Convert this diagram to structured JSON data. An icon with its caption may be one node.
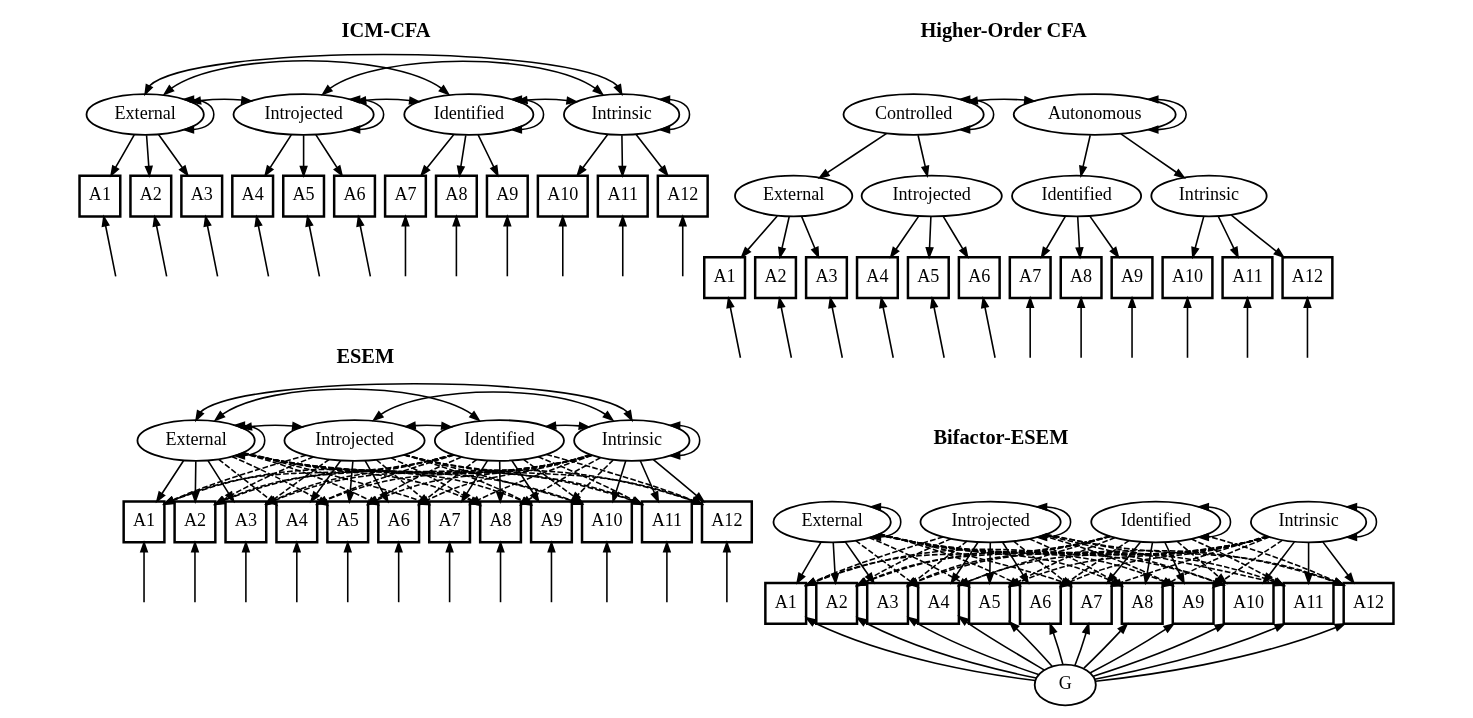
{
  "diagram": {
    "nodes": [
      {
        "text": [
          "External"
        ]
      },
      {
        "text": [
          "Introjected"
        ]
      },
      {
        "text": [
          "Identified"
        ]
      },
      {
        "text": [
          "Intrinsic"
        ]
      },
      {
        "text": [
          "A1"
        ]
      },
      {
        "text": [
          "A2"
        ]
      },
      {
        "text": [
          "A3"
        ]
      },
      {
        "text": [
          "A4"
        ]
      },
      {
        "text": [
          "A5"
        ]
      },
      {
        "text": [
          "A6"
        ]
      },
      {
        "text": [
          "A7"
        ]
      },
      {
        "text": [
          "A8"
        ]
      },
      {
        "text": [
          "A9"
        ]
      },
      {
        "text": [
          "A10"
        ]
      },
      {
        "text": [
          "A11"
        ]
      },
      {
        "text": [
          "A12"
        ]
      },
      {
        "text": [
          "Controlled"
        ]
      },
      {
        "text": [
          "Autonomous"
        ]
      },
      {
        "text": [
          "External"
        ]
      },
      {
        "text": [
          "Introjected"
        ]
      },
      {
        "text": [
          "Identified"
        ]
      },
      {
        "text": [
          "Intrinsic"
        ]
      },
      {
        "text": [
          "A1"
        ]
      },
      {
        "text": [
          "A2"
        ]
      },
      {
        "text": [
          "A3"
        ]
      },
      {
        "text": [
          "A4"
        ]
      },
      {
        "text": [
          "A5"
        ]
      },
      {
        "text": [
          "A6"
        ]
      },
      {
        "text": [
          "A7"
        ]
      },
      {
        "text": [
          "A8"
        ]
      },
      {
        "text": [
          "A9"
        ]
      },
      {
        "text": [
          "A10"
        ]
      },
      {
        "text": [
          "A11"
        ]
      },
      {
        "text": [
          "A12"
        ]
      },
      {
        "text": [
          "External"
        ]
      },
      {
        "text": [
          "Introjected"
        ]
      },
      {
        "text": [
          "Identified"
        ]
      },
      {
        "text": [
          "Intrinsic"
        ]
      },
      {
        "text": [
          "A1"
        ]
      },
      {
        "text": [
          "A2"
        ]
      },
      {
        "text": [
          "A3"
        ]
      },
      {
        "text": [
          "A4"
        ]
      },
      {
        "text": [
          "A5"
        ]
      },
      {
        "text": [
          "A6"
        ]
      },
      {
        "text": [
          "A7"
        ]
      },
      {
        "text": [
          "A8"
        ]
      },
      {
        "text": [
          "A9"
        ]
      },
      {
        "text": [
          "A10"
        ]
      },
      {
        "text": [
          "A11"
        ]
      },
      {
        "text": [
          "A12"
        ]
      },
      {
        "text": [
          "External"
        ]
      },
      {
        "text": [
          "Introjected"
        ]
      },
      {
        "text": [
          "Identified"
        ]
      },
      {
        "text": [
          "Intrinsic"
        ]
      },
      {
        "text": [
          "A1"
        ]
      },
      {
        "text": [
          "A2"
        ]
      },
      {
        "text": [
          "A3"
        ]
      },
      {
        "text": [
          "A4"
        ]
      },
      {
        "text": [
          "A5"
        ]
      },
      {
        "text": [
          "A6"
        ]
      },
      {
        "text": [
          "A7"
        ]
      },
      {
        "text": [
          "A8"
        ]
      },
      {
        "text": [
          "A9"
        ]
      },
      {
        "text": [
          "A10"
        ]
      },
      {
        "text": [
          "A11"
        ]
      },
      {
        "text": [
          "A12"
        ]
      },
      {
        "text": [
          "G"
        ]
      }
    ],
    "edges": [
      {
        "from": 0,
        "to": 1,
        "arrow": "both"
      },
      {
        "from": 0,
        "to": 2,
        "arrow": "both"
      },
      {
        "from": 0,
        "to": 3,
        "arrow": "both"
      },
      {
        "from": 1,
        "to": 2,
        "arrow": "both"
      },
      {
        "from": 1,
        "to": 3,
        "arrow": "both"
      },
      {
        "from": 2,
        "to": 3,
        "arrow": "both"
      },
      {
        "from": 0,
        "to": 4,
        "arrow": "to"
      },
      {
        "from": 0,
        "to": 5,
        "arrow": "to"
      },
      {
        "from": 0,
        "to": 6,
        "arrow": "to"
      },
      {
        "from": 1,
        "to": 7,
        "arrow": "to"
      },
      {
        "from": 1,
        "to": 8,
        "arrow": "to"
      },
      {
        "from": 1,
        "to": 9,
        "arrow": "to"
      },
      {
        "from": 2,
        "to": 10,
        "arrow": "to"
      },
      {
        "from": 2,
        "to": 11,
        "arrow": "to"
      },
      {
        "from": 2,
        "to": 12,
        "arrow": "to"
      },
      {
        "from": 3,
        "to": 13,
        "arrow": "to"
      },
      {
        "from": 3,
        "to": 14,
        "arrow": "to"
      },
      {
        "from": 3,
        "to": 15,
        "arrow": "to"
      },
      {
        "from": null,
        "to": 4,
        "arrow": "to"
      },
      {
        "from": null,
        "to": 5,
        "arrow": "to"
      },
      {
        "from": null,
        "to": 6,
        "arrow": "to"
      },
      {
        "from": null,
        "to": 7,
        "arrow": "to"
      },
      {
        "from": null,
        "to": 8,
        "arrow": "to"
      },
      {
        "from": null,
        "to": 9,
        "arrow": "to"
      },
      {
        "from": null,
        "to": 10,
        "arrow": "to"
      },
      {
        "from": null,
        "to": 11,
        "arrow": "to"
      },
      {
        "from": null,
        "to": 12,
        "arrow": "to"
      },
      {
        "from": null,
        "to": 13,
        "arrow": "to"
      },
      {
        "from": null,
        "to": 14,
        "arrow": "to"
      },
      {
        "from": null,
        "to": 15,
        "arrow": "to"
      },
      {
        "from": 0,
        "to": 0,
        "arrow": "both"
      },
      {
        "from": 1,
        "to": 1,
        "arrow": "both"
      },
      {
        "from": 2,
        "to": 2,
        "arrow": "both"
      },
      {
        "from": 3,
        "to": 3,
        "arrow": "both"
      },
      {
        "from": 16,
        "to": 17,
        "arrow": "both"
      },
      {
        "from": 16,
        "to": 18,
        "arrow": "to"
      },
      {
        "from": 16,
        "to": 19,
        "arrow": "to"
      },
      {
        "from": 17,
        "to": 20,
        "arrow": "to"
      },
      {
        "from": 17,
        "to": 21,
        "arrow": "to"
      },
      {
        "from": 18,
        "to": 22,
        "arrow": "to"
      },
      {
        "from": 18,
        "to": 23,
        "arrow": "to"
      },
      {
        "from": 18,
        "to": 24,
        "arrow": "to"
      },
      {
        "from": 19,
        "to": 25,
        "arrow": "to"
      },
      {
        "from": 19,
        "to": 26,
        "arrow": "to"
      },
      {
        "from": 19,
        "to": 27,
        "arrow": "to"
      },
      {
        "from": 20,
        "to": 28,
        "arrow": "to"
      },
      {
        "from": 20,
        "to": 29,
        "arrow": "to"
      },
      {
        "from": 20,
        "to": 30,
        "arrow": "to"
      },
      {
        "from": 21,
        "to": 31,
        "arrow": "to"
      },
      {
        "from": 21,
        "to": 32,
        "arrow": "to"
      },
      {
        "from": 21,
        "to": 33,
        "arrow": "to"
      },
      {
        "from": null,
        "to": 22,
        "arrow": "to"
      },
      {
        "from": null,
        "to": 23,
        "arrow": "to"
      },
      {
        "from": null,
        "to": 24,
        "arrow": "to"
      },
      {
        "from": null,
        "to": 25,
        "arrow": "to"
      },
      {
        "from": null,
        "to": 26,
        "arrow": "to"
      },
      {
        "from": null,
        "to": 27,
        "arrow": "to"
      },
      {
        "from": null,
        "to": 28,
        "arrow": "to"
      },
      {
        "from": null,
        "to": 29,
        "arrow": "to"
      },
      {
        "from": null,
        "to": 30,
        "arrow": "to"
      },
      {
        "from": null,
        "to": 31,
        "arrow": "to"
      },
      {
        "from": null,
        "to": 32,
        "arrow": "to"
      },
      {
        "from": null,
        "to": 33,
        "arrow": "to"
      },
      {
        "from": 16,
        "to": 16,
        "arrow": "both"
      },
      {
        "from": 17,
        "to": 17,
        "arrow": "both"
      },
      {
        "from": 34,
        "to": 35,
        "arrow": "both"
      },
      {
        "from": 34,
        "to": 36,
        "arrow": "both"
      },
      {
        "from": 34,
        "to": 37,
        "arrow": "both"
      },
      {
        "from": 35,
        "to": 36,
        "arrow": "both"
      },
      {
        "from": 35,
        "to": 37,
        "arrow": "both"
      },
      {
        "from": 36,
        "to": 37,
        "arrow": "both"
      },
      {
        "from": 34,
        "to": 38,
        "arrow": "to"
      },
      {
        "from": 34,
        "to": 39,
        "arrow": "to"
      },
      {
        "from": 34,
        "to": 40,
        "arrow": "to"
      },
      {
        "from": 34,
        "to": 41,
        "arrow": "to",
        "style": "dashed"
      },
      {
        "from": 34,
        "to": 42,
        "arrow": "to",
        "style": "dashed"
      },
      {
        "from": 34,
        "to": 43,
        "arrow": "to",
        "style": "dashed"
      },
      {
        "from": 34,
        "to": 44,
        "arrow": "to",
        "style": "dashed"
      },
      {
        "from": 34,
        "to": 45,
        "arrow": "to",
        "style": "dashed"
      },
      {
        "from": 34,
        "to": 46,
        "arrow": "to",
        "style": "dashed"
      },
      {
        "from": 34,
        "to": 47,
        "arrow": "to",
        "style": "dashed"
      },
      {
        "from": 34,
        "to": 48,
        "arrow": "to",
        "style": "dashed"
      },
      {
        "from": 34,
        "to": 49,
        "arrow": "to",
        "style": "dashed"
      },
      {
        "from": 35,
        "to": 38,
        "arrow": "to",
        "style": "dashed"
      },
      {
        "from": 35,
        "to": 39,
        "arrow": "to",
        "style": "dashed"
      },
      {
        "from": 35,
        "to": 40,
        "arrow": "to",
        "style": "dashed"
      },
      {
        "from": 35,
        "to": 41,
        "arrow": "to"
      },
      {
        "from": 35,
        "to": 42,
        "arrow": "to"
      },
      {
        "from": 35,
        "to": 43,
        "arrow": "to"
      },
      {
        "from": 35,
        "to": 44,
        "arrow": "to",
        "style": "dashed"
      },
      {
        "from": 35,
        "to": 45,
        "arrow": "to",
        "style": "dashed"
      },
      {
        "from": 35,
        "to": 46,
        "arrow": "to",
        "style": "dashed"
      },
      {
        "from": 35,
        "to": 47,
        "arrow": "to",
        "style": "dashed"
      },
      {
        "from": 35,
        "to": 48,
        "arrow": "to",
        "style": "dashed"
      },
      {
        "from": 35,
        "to": 49,
        "arrow": "to",
        "style": "dashed"
      },
      {
        "from": 36,
        "to": 38,
        "arrow": "to",
        "style": "dashed"
      },
      {
        "from": 36,
        "to": 39,
        "arrow": "to",
        "style": "dashed"
      },
      {
        "from": 36,
        "to": 40,
        "arrow": "to",
        "style": "dashed"
      },
      {
        "from": 36,
        "to": 41,
        "arrow": "to",
        "style": "dashed"
      },
      {
        "from": 36,
        "to": 42,
        "arrow": "to",
        "style": "dashed"
      },
      {
        "from": 36,
        "to": 43,
        "arrow": "to",
        "style": "dashed"
      },
      {
        "from": 36,
        "to": 44,
        "arrow": "to"
      },
      {
        "from": 36,
        "to": 45,
        "arrow": "to"
      },
      {
        "from": 36,
        "to": 46,
        "arrow": "to"
      },
      {
        "from": 36,
        "to": 47,
        "arrow": "to",
        "style": "dashed"
      },
      {
        "from": 36,
        "to": 48,
        "arrow": "to",
        "style": "dashed"
      },
      {
        "from": 36,
        "to": 49,
        "arrow": "to",
        "style": "dashed"
      },
      {
        "from": 37,
        "to": 38,
        "arrow": "to",
        "style": "dashed"
      },
      {
        "from": 37,
        "to": 39,
        "arrow": "to",
        "style": "dashed"
      },
      {
        "from": 37,
        "to": 40,
        "arrow": "to",
        "style": "dashed"
      },
      {
        "from": 37,
        "to": 41,
        "arrow": "to",
        "style": "dashed"
      },
      {
        "from": 37,
        "to": 42,
        "arrow": "to",
        "style": "dashed"
      },
      {
        "from": 37,
        "to": 43,
        "arrow": "to",
        "style": "dashed"
      },
      {
        "from": 37,
        "to": 44,
        "arrow": "to",
        "style": "dashed"
      },
      {
        "from": 37,
        "to": 45,
        "arrow": "to",
        "style": "dashed"
      },
      {
        "from": 37,
        "to": 46,
        "arrow": "to",
        "style": "dashed"
      },
      {
        "from": 37,
        "to": 47,
        "arrow": "to"
      },
      {
        "from": 37,
        "to": 48,
        "arrow": "to"
      },
      {
        "from": 37,
        "to": 49,
        "arrow": "to"
      },
      {
        "from": null,
        "to": 38,
        "arrow": "to"
      },
      {
        "from": null,
        "to": 39,
        "arrow": "to"
      },
      {
        "from": null,
        "to": 40,
        "arrow": "to"
      },
      {
        "from": null,
        "to": 41,
        "arrow": "to"
      },
      {
        "from": null,
        "to": 42,
        "arrow": "to"
      },
      {
        "from": null,
        "to": 43,
        "arrow": "to"
      },
      {
        "from": null,
        "to": 44,
        "arrow": "to"
      },
      {
        "from": null,
        "to": 45,
        "arrow": "to"
      },
      {
        "from": null,
        "to": 46,
        "arrow": "to"
      },
      {
        "from": null,
        "to": 47,
        "arrow": "to"
      },
      {
        "from": null,
        "to": 48,
        "arrow": "to"
      },
      {
        "from": null,
        "to": 49,
        "arrow": "to"
      },
      {
        "from": 34,
        "to": 34,
        "arrow": "both"
      },
      {
        "from": 37,
        "to": 37,
        "arrow": "both"
      },
      {
        "from": 50,
        "to": 54,
        "arrow": "to"
      },
      {
        "from": 50,
        "to": 55,
        "arrow": "to"
      },
      {
        "from": 50,
        "to": 56,
        "arrow": "to"
      },
      {
        "from": 50,
        "to": 57,
        "arrow": "to",
        "style": "dashed"
      },
      {
        "from": 50,
        "to": 58,
        "arrow": "to",
        "style": "dashed"
      },
      {
        "from": 50,
        "to": 59,
        "arrow": "to",
        "style": "dashed"
      },
      {
        "from": 50,
        "to": 60,
        "arrow": "to",
        "style": "dashed"
      },
      {
        "from": 50,
        "to": 61,
        "arrow": "to",
        "style": "dashed"
      },
      {
        "from": 50,
        "to": 62,
        "arrow": "to",
        "style": "dashed"
      },
      {
        "from": 50,
        "to": 63,
        "arrow": "to",
        "style": "dashed"
      },
      {
        "from": 50,
        "to": 64,
        "arrow": "to",
        "style": "dashed"
      },
      {
        "from": 50,
        "to": 65,
        "arrow": "to",
        "style": "dashed"
      },
      {
        "from": 51,
        "to": 54,
        "arrow": "to",
        "style": "dashed"
      },
      {
        "from": 51,
        "to": 55,
        "arrow": "to",
        "style": "dashed"
      },
      {
        "from": 51,
        "to": 56,
        "arrow": "to",
        "style": "dashed"
      },
      {
        "from": 51,
        "to": 57,
        "arrow": "to"
      },
      {
        "from": 51,
        "to": 58,
        "arrow": "to"
      },
      {
        "from": 51,
        "to": 59,
        "arrow": "to"
      },
      {
        "from": 51,
        "to": 60,
        "arrow": "to",
        "style": "dashed"
      },
      {
        "from": 51,
        "to": 61,
        "arrow": "to",
        "style": "dashed"
      },
      {
        "from": 51,
        "to": 62,
        "arrow": "to",
        "style": "dashed"
      },
      {
        "from": 51,
        "to": 63,
        "arrow": "to",
        "style": "dashed"
      },
      {
        "from": 51,
        "to": 64,
        "arrow": "to",
        "style": "dashed"
      },
      {
        "from": 51,
        "to": 65,
        "arrow": "to",
        "style": "dashed"
      },
      {
        "from": 52,
        "to": 54,
        "arrow": "to",
        "style": "dashed"
      },
      {
        "from": 52,
        "to": 55,
        "arrow": "to",
        "style": "dashed"
      },
      {
        "from": 52,
        "to": 56,
        "arrow": "to",
        "style": "dashed"
      },
      {
        "from": 52,
        "to": 57,
        "arrow": "to",
        "style": "dashed"
      },
      {
        "from": 52,
        "to": 58,
        "arrow": "to",
        "style": "dashed"
      },
      {
        "from": 52,
        "to": 59,
        "arrow": "to",
        "style": "dashed"
      },
      {
        "from": 52,
        "to": 60,
        "arrow": "to"
      },
      {
        "from": 52,
        "to": 61,
        "arrow": "to"
      },
      {
        "from": 52,
        "to": 62,
        "arrow": "to"
      },
      {
        "from": 52,
        "to": 63,
        "arrow": "to",
        "style": "dashed"
      },
      {
        "from": 52,
        "to": 64,
        "arrow": "to",
        "style": "dashed"
      },
      {
        "from": 52,
        "to": 65,
        "arrow": "to",
        "style": "dashed"
      },
      {
        "from": 53,
        "to": 54,
        "arrow": "to",
        "style": "dashed"
      },
      {
        "from": 53,
        "to": 55,
        "arrow": "to",
        "style": "dashed"
      },
      {
        "from": 53,
        "to": 56,
        "arrow": "to",
        "style": "dashed"
      },
      {
        "from": 53,
        "to": 57,
        "arrow": "to",
        "style": "dashed"
      },
      {
        "from": 53,
        "to": 58,
        "arrow": "to",
        "style": "dashed"
      },
      {
        "from": 53,
        "to": 59,
        "arrow": "to",
        "style": "dashed"
      },
      {
        "from": 53,
        "to": 60,
        "arrow": "to",
        "style": "dashed"
      },
      {
        "from": 53,
        "to": 61,
        "arrow": "to",
        "style": "dashed"
      },
      {
        "from": 53,
        "to": 62,
        "arrow": "to",
        "style": "dashed"
      },
      {
        "from": 53,
        "to": 63,
        "arrow": "to"
      },
      {
        "from": 53,
        "to": 64,
        "arrow": "to"
      },
      {
        "from": 53,
        "to": 65,
        "arrow": "to"
      },
      {
        "from": 66,
        "to": 54,
        "arrow": "to"
      },
      {
        "from": 66,
        "to": 55,
        "arrow": "to"
      },
      {
        "from": 66,
        "to": 56,
        "arrow": "to"
      },
      {
        "from": 66,
        "to": 57,
        "arrow": "to"
      },
      {
        "from": 66,
        "to": 58,
        "arrow": "to"
      },
      {
        "from": 66,
        "to": 59,
        "arrow": "to"
      },
      {
        "from": 66,
        "to": 60,
        "arrow": "to"
      },
      {
        "from": 66,
        "to": 61,
        "arrow": "to"
      },
      {
        "from": 66,
        "to": 62,
        "arrow": "to"
      },
      {
        "from": 66,
        "to": 63,
        "arrow": "to"
      },
      {
        "from": 66,
        "to": 64,
        "arrow": "to"
      },
      {
        "from": 66,
        "to": 65,
        "arrow": "to"
      },
      {
        "from": 50,
        "to": 50,
        "arrow": "both"
      },
      {
        "from": 51,
        "to": 51,
        "arrow": "both"
      },
      {
        "from": 52,
        "to": 52,
        "arrow": "both"
      },
      {
        "from": 53,
        "to": 53,
        "arrow": "both"
      }
    ],
    "labels": [
      "ICM-CFA",
      "Higher-Order CFA",
      "ESEM",
      "Bifactor-ESEM"
    ]
  }
}
